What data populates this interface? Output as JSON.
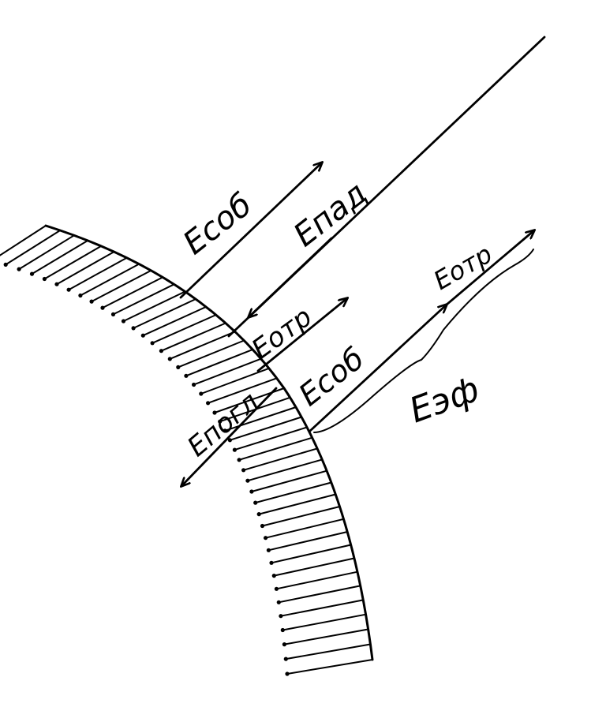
{
  "diagram": {
    "labels": {
      "e_sob_top": "Eсоб",
      "e_pad": "Eпад",
      "e_otr_mid": "Eотр",
      "e_pogl": "Eпогл",
      "e_sob_low": "Eсоб",
      "e_otr_low": "Eотр",
      "e_eff": "Eэф"
    }
  }
}
